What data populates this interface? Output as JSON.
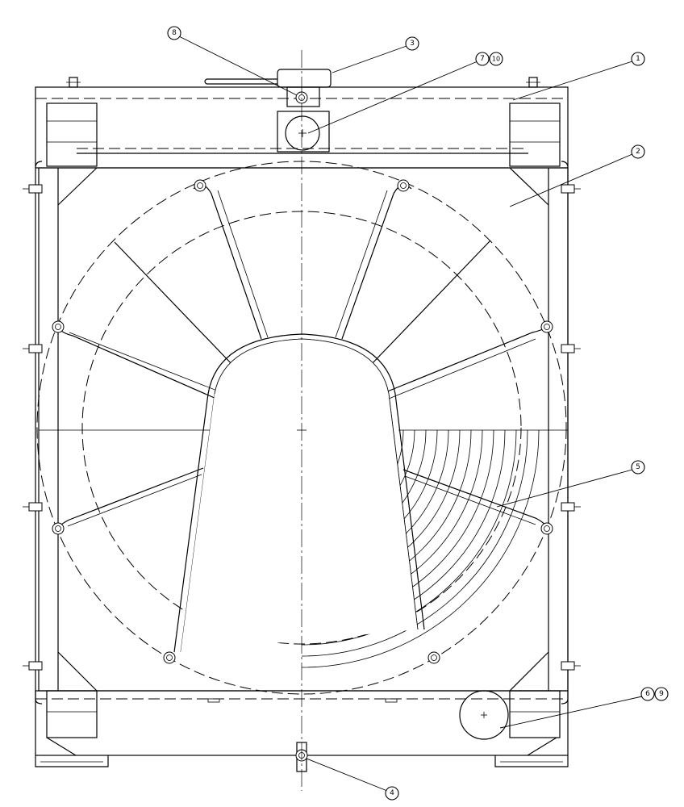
{
  "drawing": {
    "callouts": {
      "c1": "1",
      "c2": "2",
      "c3": "3",
      "c4": "4",
      "c5": "5",
      "c6": "6",
      "c7": "7",
      "c8": "8",
      "c9": "9",
      "c10": "10",
      "c6b": "6"
    }
  }
}
